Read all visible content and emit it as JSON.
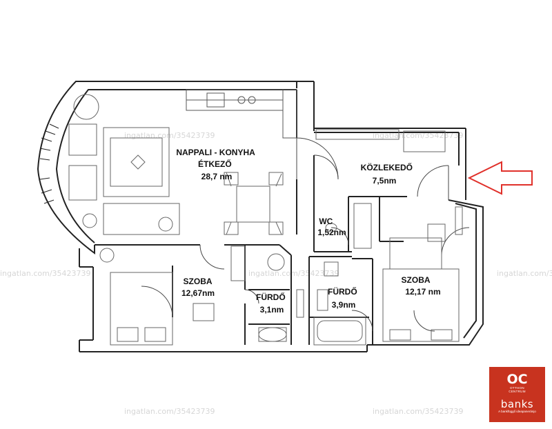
{
  "rooms": [
    {
      "id": "nappali",
      "lines": [
        "NAPPALI - KONYHA",
        "ÉTKEZŐ",
        "28,7 nm"
      ]
    },
    {
      "id": "kozlekedo",
      "lines": [
        "KÖZLEKEDŐ",
        "7,5nm"
      ]
    },
    {
      "id": "wc",
      "lines": [
        "WC",
        "1,52nm"
      ]
    },
    {
      "id": "szoba1",
      "lines": [
        "SZOBA",
        "12,67nm"
      ]
    },
    {
      "id": "furdo1",
      "lines": [
        "FÜRDŐ",
        "3,1nm"
      ]
    },
    {
      "id": "furdo2",
      "lines": [
        "FÜRDŐ",
        "3,9nm"
      ]
    },
    {
      "id": "szoba2",
      "lines": [
        "SZOBA",
        "12,17 nm"
      ]
    }
  ],
  "watermark": "ingatlan.com/35423739",
  "logo": {
    "brand_mark": "OC",
    "brand_sub_1": "OTTHON",
    "brand_sub_2": "CENTRUM",
    "brand_name": "banks",
    "tagline": "A bankfüggő ideapaneránjo"
  },
  "colors": {
    "wall": "#222222",
    "arrow": "#e0302a",
    "logo_bg": "#c8331f"
  }
}
